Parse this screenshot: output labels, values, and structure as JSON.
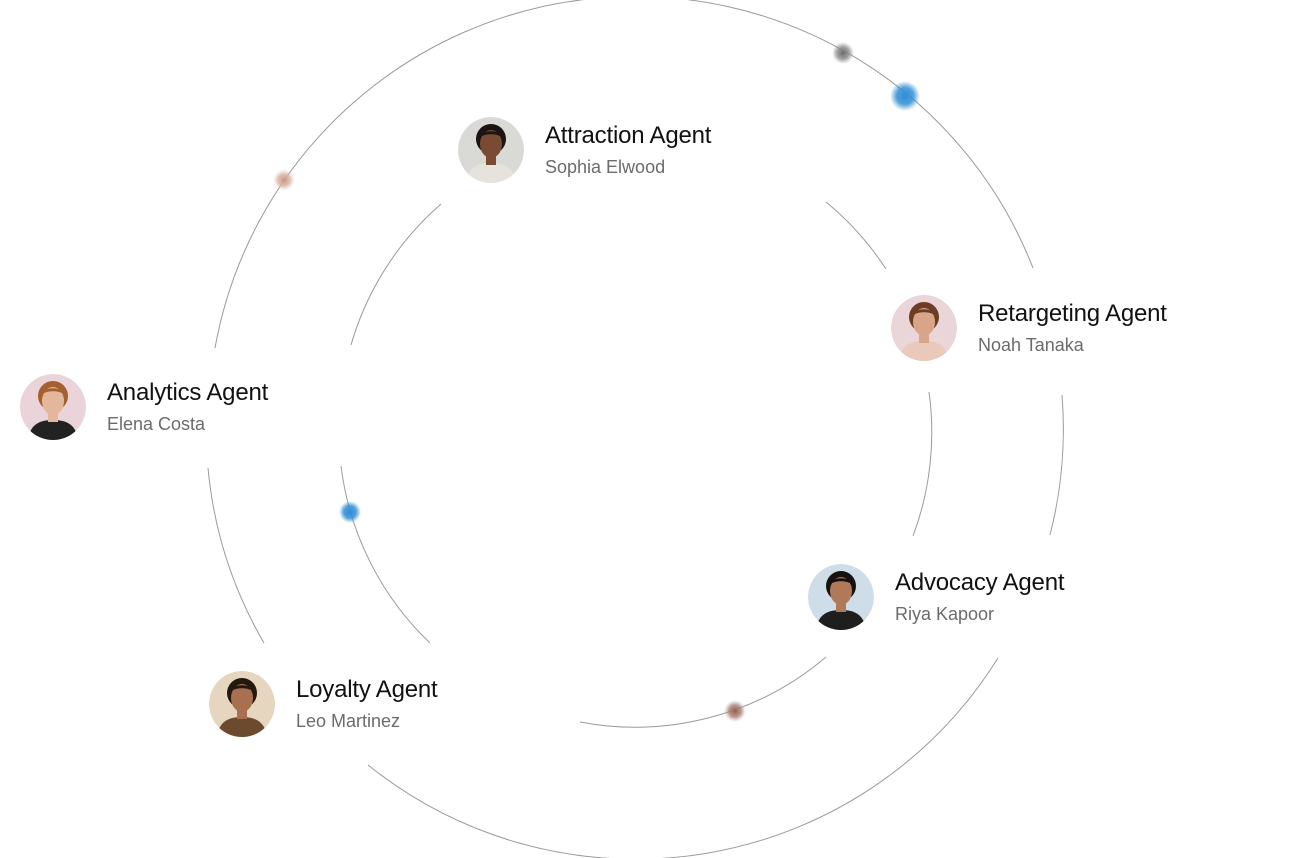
{
  "agents": [
    {
      "id": "attraction",
      "title": "Attraction Agent",
      "person": "Sophia Elwood",
      "avatar_bg": "#d9d9d6",
      "skin": "#7b4a32",
      "hair": "#1b1411",
      "shirt": "#e6e3dc"
    },
    {
      "id": "retargeting",
      "title": "Retargeting Agent",
      "person": "Noah Tanaka",
      "avatar_bg": "#ead5d9",
      "skin": "#d8a58a",
      "hair": "#6b3d24",
      "shirt": "#e9c9b9"
    },
    {
      "id": "analytics",
      "title": "Analytics Agent",
      "person": "Elena Costa",
      "avatar_bg": "#ead3d9",
      "skin": "#e3b79c",
      "hair": "#a4612f",
      "shirt": "#222222"
    },
    {
      "id": "advocacy",
      "title": "Advocacy Agent",
      "person": "Riya Kapoor",
      "avatar_bg": "#cfdde8",
      "skin": "#b07a58",
      "hair": "#17110f",
      "shirt": "#1e1e1e"
    },
    {
      "id": "loyalty",
      "title": "Loyalty Agent",
      "person": "Leo Martinez",
      "avatar_bg": "#e6d5bf",
      "skin": "#a8704e",
      "hair": "#24190f",
      "shirt": "#6b4a2e"
    }
  ],
  "colors": {
    "orbit_line": "#9a9a9a",
    "dot_blue": "#2f8ed6",
    "dot_gray": "#777777",
    "dot_rose": "#c99a8a",
    "dot_brown": "#9a6a5e"
  }
}
